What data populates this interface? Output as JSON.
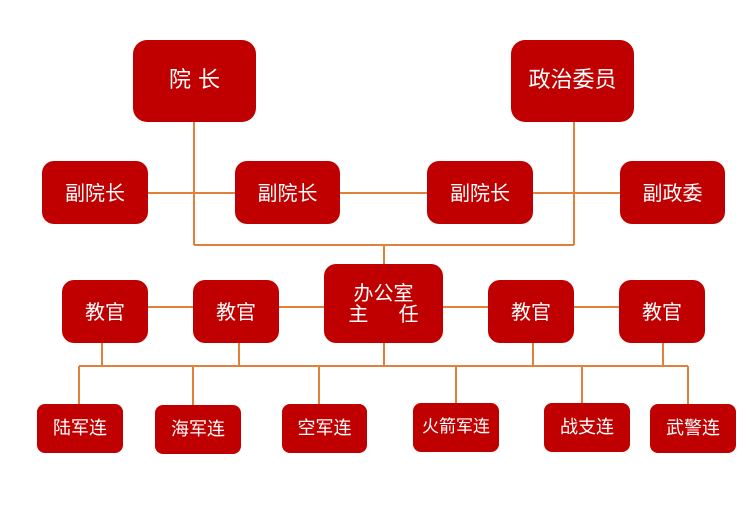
{
  "org_chart": {
    "top": {
      "president": "院 长",
      "commissar": "政治委员"
    },
    "deputies": [
      "副院长",
      "副院长",
      "副院长",
      "副政委"
    ],
    "office": {
      "line1": "办公室",
      "line2": "主 任"
    },
    "instructors": [
      "教官",
      "教官",
      "教官",
      "教官"
    ],
    "companies": [
      "陆军连",
      "海军连",
      "空军连",
      "火箭军连",
      "战支连",
      "武警连"
    ]
  },
  "colors": {
    "box": "#c00000",
    "connector": "#e0803a"
  }
}
